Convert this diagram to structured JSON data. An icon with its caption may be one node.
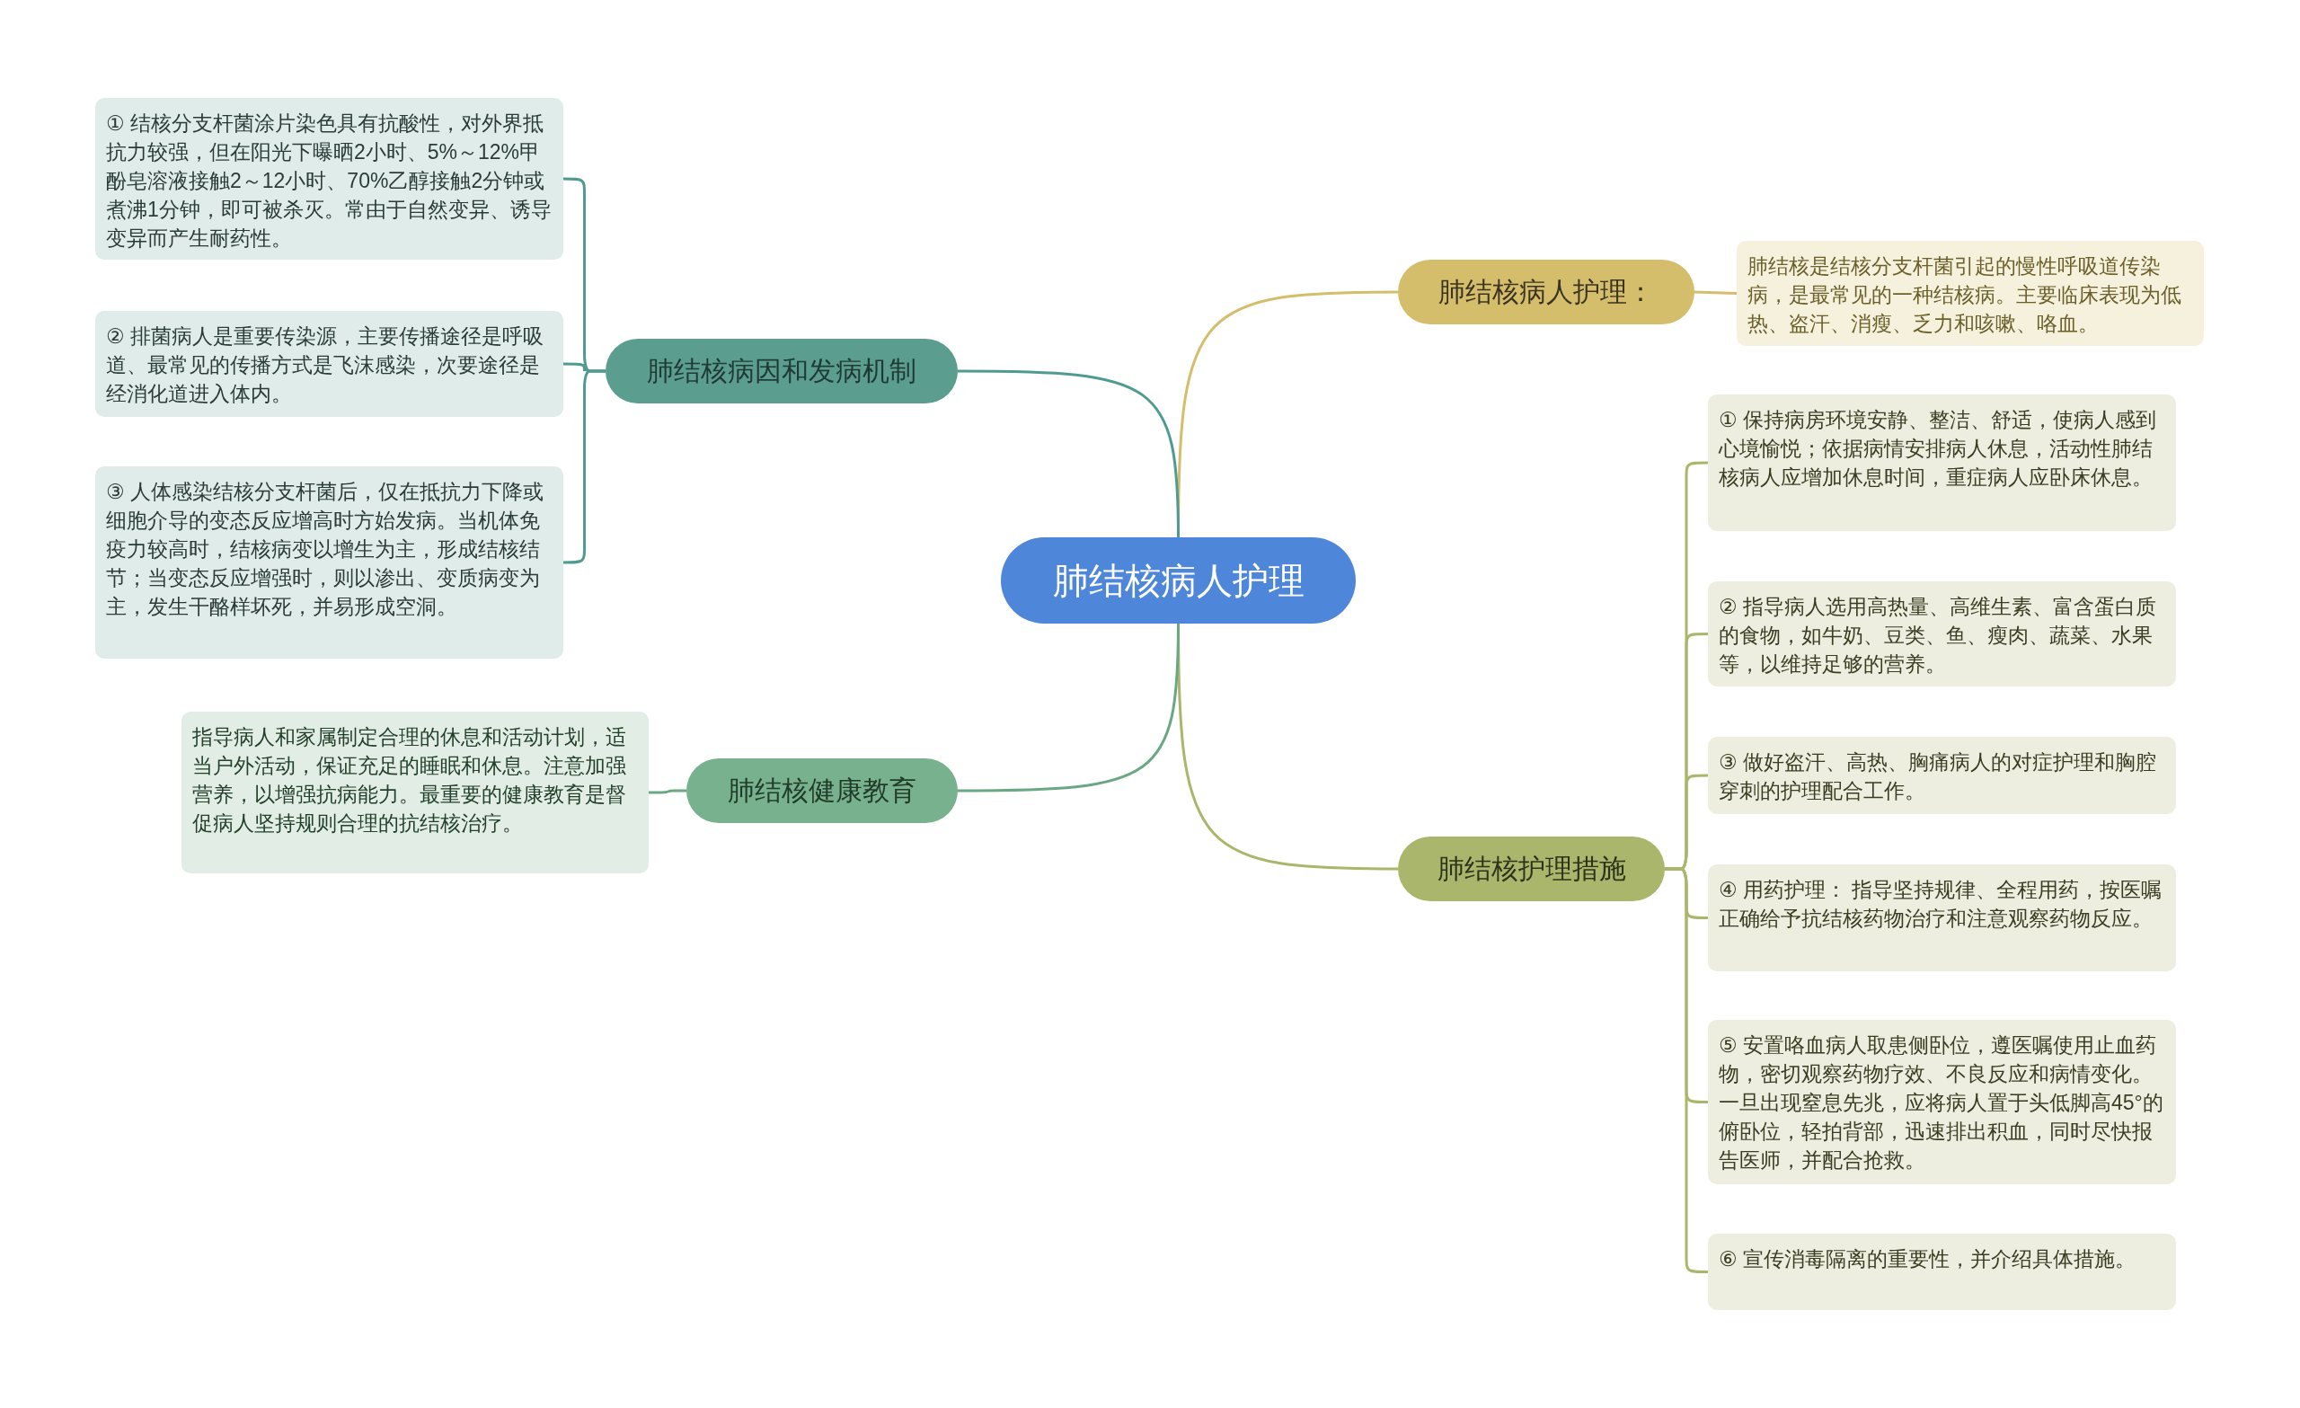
{
  "diagram": {
    "nodes": [
      {
        "text": [
          "肺结核病人护理"
        ]
      },
      {
        "text": [
          "肺结核病人护理："
        ]
      },
      {
        "text": [
          "肺结核是结核分支杆菌引起的慢性呼吸道传染病，是最常见的一种结核病。主要临床表现为低热、盗汗、消瘦、乏力和咳嗽、咯血。"
        ]
      },
      {
        "text": [
          "肺结核护理措施"
        ]
      },
      {
        "text": [
          "① 保持病房环境安静、整洁、舒适，使病人感到心境愉悦；依据病情安排病人休息，活动性肺结核病人应增加休息时间，重症病人应卧床休息。"
        ]
      },
      {
        "text": [
          "② 指导病人选用高热量、高维生素、富含蛋白质的食物，如牛奶、豆类、鱼、瘦肉、蔬菜、水果等，以维持足够的营养。"
        ]
      },
      {
        "text": [
          "③ 做好盗汗、高热、胸痛病人的对症护理和胸腔穿刺的护理配合工作。"
        ]
      },
      {
        "text": [
          "④ 用药护理： 指导坚持规律、全程用药，按医嘱正确给予抗结核药物治疗和注意观察药物反应。"
        ]
      },
      {
        "text": [
          "⑤ 安置咯血病人取患侧卧位，遵医嘱使用止血药物，密切观察药物疗效、不良反应和病情变化。一旦出现窒息先兆，应将病人置于头低脚高45°的俯卧位，轻拍背部，迅速排出积血，同时尽快报告医师，并配合抢救。"
        ]
      },
      {
        "text": [
          "⑥ 宣传消毒隔离的重要性，并介绍具体措施。"
        ]
      },
      {
        "text": [
          "肺结核病因和发病机制"
        ]
      },
      {
        "text": [
          "① 结核分支杆菌涂片染色具有抗酸性，对外界抵抗力较强，但在阳光下曝晒2小时、5%～12%甲酚皂溶液接触2～12小时、70%乙醇接触2分钟或煮沸1分钟，即可被杀灭。常由于自然变异、诱导变异而产生耐药性。"
        ]
      },
      {
        "text": [
          "② 排菌病人是重要传染源，主要传播途径是呼吸道、最常见的传播方式是飞沫感染，次要途径是经消化道进入体内。"
        ]
      },
      {
        "text": [
          "③ 人体感染结核分支杆菌后，仅在抵抗力下降或细胞介导的变态反应增高时方始发病。当机体免疫力较高时，结核病变以增生为主，形成结核结节；当变态反应增强时，则以渗出、变质病变为主，发生干酪样坏死，并易形成空洞。"
        ]
      },
      {
        "text": [
          "肺结核健康教育"
        ]
      },
      {
        "text": [
          "指导病人和家属制定合理的休息和活动计划，适当户外活动，保证充足的睡眠和休息。注意加强营养，以增强抗病能力。最重要的健康教育是督促病人坚持规则合理的抗结核治疗。"
        ]
      }
    ],
    "edges": [
      {
        "from": 0,
        "to": 1,
        "arrow": "none",
        "color": "#d4bd6b"
      },
      {
        "from": 1,
        "to": 2,
        "arrow": "none",
        "color": "#d4bd6b"
      },
      {
        "from": 0,
        "to": 3,
        "arrow": "none",
        "color": "#aab66b"
      },
      {
        "from": 3,
        "to": 4,
        "arrow": "none",
        "color": "#aab66b"
      },
      {
        "from": 3,
        "to": 5,
        "arrow": "none",
        "color": "#aab66b"
      },
      {
        "from": 3,
        "to": 6,
        "arrow": "none",
        "color": "#aab66b"
      },
      {
        "from": 3,
        "to": 7,
        "arrow": "none",
        "color": "#aab66b"
      },
      {
        "from": 3,
        "to": 8,
        "arrow": "none",
        "color": "#aab66b"
      },
      {
        "from": 3,
        "to": 9,
        "arrow": "none",
        "color": "#aab66b"
      },
      {
        "from": 0,
        "to": 10,
        "arrow": "none",
        "color": "#4f9b8f"
      },
      {
        "from": 10,
        "to": 11,
        "arrow": "none",
        "color": "#4f9b8f"
      },
      {
        "from": 10,
        "to": 12,
        "arrow": "none",
        "color": "#4f9b8f"
      },
      {
        "from": 10,
        "to": 13,
        "arrow": "none",
        "color": "#4f9b8f"
      },
      {
        "from": 0,
        "to": 14,
        "arrow": "none",
        "color": "#6aa883"
      },
      {
        "from": 14,
        "to": 15,
        "arrow": "none",
        "color": "#6aa883"
      }
    ]
  }
}
